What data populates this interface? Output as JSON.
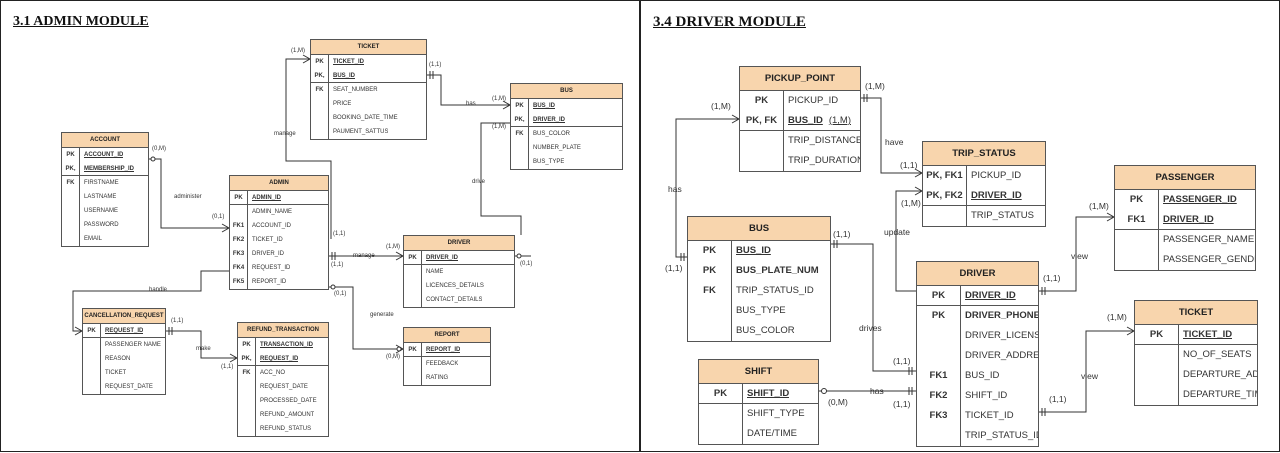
{
  "admin_module": {
    "title": "3.1 ADMIN MODULE",
    "entities": {
      "ticket": {
        "name": "TICKET",
        "rows": [
          {
            "key": "PK",
            "attr": "TICKET_ID",
            "underline": true
          },
          {
            "key": "PK, FK",
            "attr": "BUS_ID",
            "underline": true,
            "sep": true
          },
          {
            "key": "",
            "attr": "SEAT_NUMBER"
          },
          {
            "key": "",
            "attr": "PRICE"
          },
          {
            "key": "",
            "attr": "BOOKING_DATE_TIME"
          },
          {
            "key": "",
            "attr": "PAUMENT_SATTUS"
          }
        ]
      },
      "bus": {
        "name": "BUS",
        "rows": [
          {
            "key": "PK",
            "attr": "BUS_ID",
            "underline": true
          },
          {
            "key": "PK, FK",
            "attr": "DRIVER_ID",
            "underline": true,
            "sep": true
          },
          {
            "key": "",
            "attr": "BUS_COLOR"
          },
          {
            "key": "",
            "attr": "NUMBER_PLATE"
          },
          {
            "key": "",
            "attr": "BUS_TYPE"
          }
        ]
      },
      "account": {
        "name": "ACCOUNT",
        "rows": [
          {
            "key": "PK",
            "attr": "ACCOUNT_ID",
            "underline": true
          },
          {
            "key": "PK, FK",
            "attr": "MEMBERSHIP_ID",
            "underline": true,
            "sep": true
          },
          {
            "key": "",
            "attr": "FIRSTNAME"
          },
          {
            "key": "",
            "attr": "LASTNAME"
          },
          {
            "key": "",
            "attr": "USERNAME"
          },
          {
            "key": "",
            "attr": "PASSWORD"
          },
          {
            "key": "",
            "attr": "EMAIL"
          }
        ]
      },
      "admin": {
        "name": "ADMIN",
        "rows": [
          {
            "key": "PK",
            "attr": "ADMIN_ID",
            "underline": true,
            "sep": true
          },
          {
            "key": "",
            "attr": "ADMIN_NAME"
          },
          {
            "key": "FK1",
            "attr": "ACCOUNT_ID"
          },
          {
            "key": "FK2",
            "attr": "TICKET_ID"
          },
          {
            "key": "FK3",
            "attr": "DRIVER_ID"
          },
          {
            "key": "FK4",
            "attr": "REQUEST_ID"
          },
          {
            "key": "FK5",
            "attr": "REPORT_ID"
          }
        ]
      },
      "driver": {
        "name": "DRIVER",
        "rows": [
          {
            "key": "PK",
            "attr": "DRIVER_ID",
            "underline": true,
            "sep": true
          },
          {
            "key": "",
            "attr": "NAME"
          },
          {
            "key": "",
            "attr": "LICENCES_DETAILS"
          },
          {
            "key": "",
            "attr": "CONTACT_DETAILS"
          }
        ]
      },
      "cancellation_request": {
        "name": "CANCELLATION_REQUEST",
        "rows": [
          {
            "key": "PK",
            "attr": "REQUEST_ID",
            "underline": true,
            "sep": true
          },
          {
            "key": "",
            "attr": "PASSENGER NAME"
          },
          {
            "key": "",
            "attr": "REASON"
          },
          {
            "key": "",
            "attr": "TICKET"
          },
          {
            "key": "",
            "attr": "REQUEST_DATE"
          }
        ]
      },
      "refund_transaction": {
        "name": "REFUND_TRANSACTION",
        "rows": [
          {
            "key": "PK",
            "attr": "TRANSACTION_ID",
            "underline": true
          },
          {
            "key": "PK, FK",
            "attr": "REQUEST_ID",
            "underline": true,
            "sep": true
          },
          {
            "key": "",
            "attr": "ACC_NO"
          },
          {
            "key": "",
            "attr": "REQUEST_DATE"
          },
          {
            "key": "",
            "attr": "PROCESSED_DATE"
          },
          {
            "key": "",
            "attr": "REFUND_AMOUNT"
          },
          {
            "key": "",
            "attr": "REFUND_STATUS"
          }
        ]
      },
      "report": {
        "name": "REPORT",
        "rows": [
          {
            "key": "PK",
            "attr": "REPORT_ID",
            "underline": true,
            "sep": true
          },
          {
            "key": "",
            "attr": "FEEDBACK"
          },
          {
            "key": "",
            "attr": "RATING"
          }
        ]
      }
    },
    "relationships": {
      "manage_ticket": "manage",
      "has": "has",
      "drive": "drive",
      "administer": "administer",
      "manage_driver": "manage",
      "handle": "handle",
      "generate": "generate",
      "make": "make"
    },
    "cardinalities": {
      "one_many": "(1,M)",
      "one_one": "(1,1)",
      "zero_many": "(0,M)",
      "zero_one": "(0,1)"
    }
  },
  "driver_module": {
    "title": "3.4 DRIVER MODULE",
    "entities": {
      "pickup_point": {
        "name": "PICKUP_POINT",
        "rows": [
          {
            "key": "PK",
            "attr": "PICKUP_ID"
          },
          {
            "key": "PK, FK",
            "attr": "BUS_ID",
            "underline": true,
            "extra": "(1,M)",
            "sep": true
          },
          {
            "key": "",
            "attr": "TRIP_DISTANCE"
          },
          {
            "key": "",
            "attr": "TRIP_DURATION"
          }
        ]
      },
      "trip_status": {
        "name": "TRIP_STATUS",
        "rows": [
          {
            "key": "PK, FK1",
            "attr": "PICKUP_ID"
          },
          {
            "key": "PK, FK2",
            "attr": "DRIVER_ID",
            "underline": true,
            "sep": true
          },
          {
            "key": "",
            "attr": "TRIP_STATUS"
          }
        ]
      },
      "passenger": {
        "name": "PASSENGER",
        "rows": [
          {
            "key": "PK",
            "attr": "PASSENGER_ID",
            "underline": true
          },
          {
            "key": "FK1",
            "attr": "DRIVER_ID",
            "underline": true,
            "sep": true
          },
          {
            "key": "",
            "attr": "PASSENGER_NAME"
          },
          {
            "key": "",
            "attr": "PASSENGER_GENDER"
          }
        ]
      },
      "bus": {
        "name": "BUS",
        "rows": [
          {
            "key": "PK",
            "attr": "BUS_ID",
            "underline": true
          },
          {
            "key": "PK",
            "attr": "BUS_PLATE_NUM",
            "bold": true
          },
          {
            "key": "FK",
            "attr": "TRIP_STATUS_ID"
          },
          {
            "key": "",
            "attr": "BUS_TYPE"
          },
          {
            "key": "",
            "attr": "BUS_COLOR"
          }
        ]
      },
      "driver": {
        "name": "DRIVER",
        "rows": [
          {
            "key": "PK",
            "attr": "DRIVER_ID",
            "underline": true,
            "sep": true
          },
          {
            "key": "PK",
            "attr": "DRIVER_PHONENUM",
            "bold": true
          },
          {
            "key": "",
            "attr": "DRIVER_LICENSE"
          },
          {
            "key": "",
            "attr": "DRIVER_ADDRESS"
          },
          {
            "key": "FK1",
            "attr": "BUS_ID"
          },
          {
            "key": "FK2",
            "attr": "SHIFT_ID"
          },
          {
            "key": "FK3",
            "attr": "TICKET_ID"
          },
          {
            "key": "",
            "attr": "TRIP_STATUS_ID"
          }
        ]
      },
      "ticket": {
        "name": "TICKET",
        "rows": [
          {
            "key": "PK",
            "attr": "TICKET_ID",
            "underline": true,
            "sep": true
          },
          {
            "key": "",
            "attr": "NO_OF_SEATS"
          },
          {
            "key": "",
            "attr": "DEPARTURE_ADDRESS"
          },
          {
            "key": "",
            "attr": "DEPARTURE_TIME"
          }
        ]
      },
      "shift": {
        "name": "SHIFT",
        "rows": [
          {
            "key": "PK",
            "attr": "SHIFT_ID",
            "underline": true,
            "sep": true
          },
          {
            "key": "",
            "attr": "SHIFT_TYPE"
          },
          {
            "key": "",
            "attr": "DATE/TIME"
          }
        ]
      }
    },
    "relationships": {
      "has_left": "has",
      "have": "have",
      "update": "update",
      "view_passenger": "view",
      "drives": "drives",
      "has_shift": "has",
      "view_ticket": "view"
    },
    "cardinalities": {
      "one_many": "(1,M)",
      "one_one": "(1,1)",
      "zero_many": "(0,M)"
    }
  },
  "colors": {
    "entity_header": "#f8d5ad",
    "border": "#555555",
    "line": "#333333"
  }
}
